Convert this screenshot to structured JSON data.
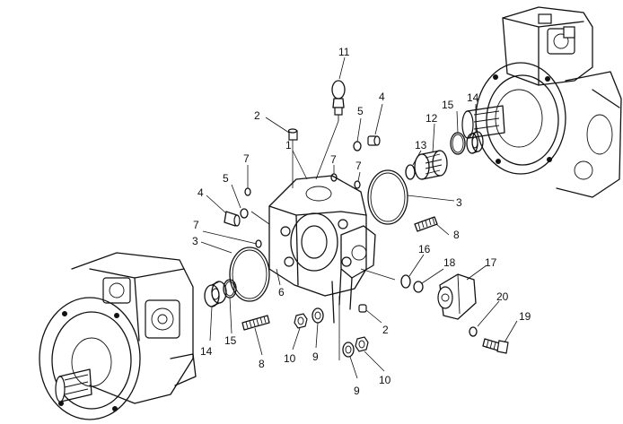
{
  "diagram": {
    "callouts": [
      {
        "id": "c11",
        "text": "11"
      },
      {
        "id": "c4a",
        "text": "4"
      },
      {
        "id": "c2a",
        "text": "2"
      },
      {
        "id": "c5a",
        "text": "5"
      },
      {
        "id": "c1",
        "text": "1"
      },
      {
        "id": "c7a",
        "text": "7"
      },
      {
        "id": "c7b",
        "text": "7"
      },
      {
        "id": "c7c",
        "text": "7"
      },
      {
        "id": "c12",
        "text": "12"
      },
      {
        "id": "c15a",
        "text": "15"
      },
      {
        "id": "c14a",
        "text": "14"
      },
      {
        "id": "c13",
        "text": "13"
      },
      {
        "id": "c5b",
        "text": "5"
      },
      {
        "id": "c4b",
        "text": "4"
      },
      {
        "id": "c3a",
        "text": "3"
      },
      {
        "id": "c7d",
        "text": "7"
      },
      {
        "id": "c8a",
        "text": "8"
      },
      {
        "id": "c3b",
        "text": "3"
      },
      {
        "id": "c16",
        "text": "16"
      },
      {
        "id": "c18",
        "text": "18"
      },
      {
        "id": "c17",
        "text": "17"
      },
      {
        "id": "c6",
        "text": "6"
      },
      {
        "id": "c20",
        "text": "20"
      },
      {
        "id": "c2b",
        "text": "2"
      },
      {
        "id": "c19",
        "text": "19"
      },
      {
        "id": "c14b",
        "text": "14"
      },
      {
        "id": "c15b",
        "text": "15"
      },
      {
        "id": "c8b",
        "text": "8"
      },
      {
        "id": "c10a",
        "text": "10"
      },
      {
        "id": "c9a",
        "text": "9"
      },
      {
        "id": "c9b",
        "text": "9"
      },
      {
        "id": "c10b",
        "text": "10"
      }
    ]
  }
}
